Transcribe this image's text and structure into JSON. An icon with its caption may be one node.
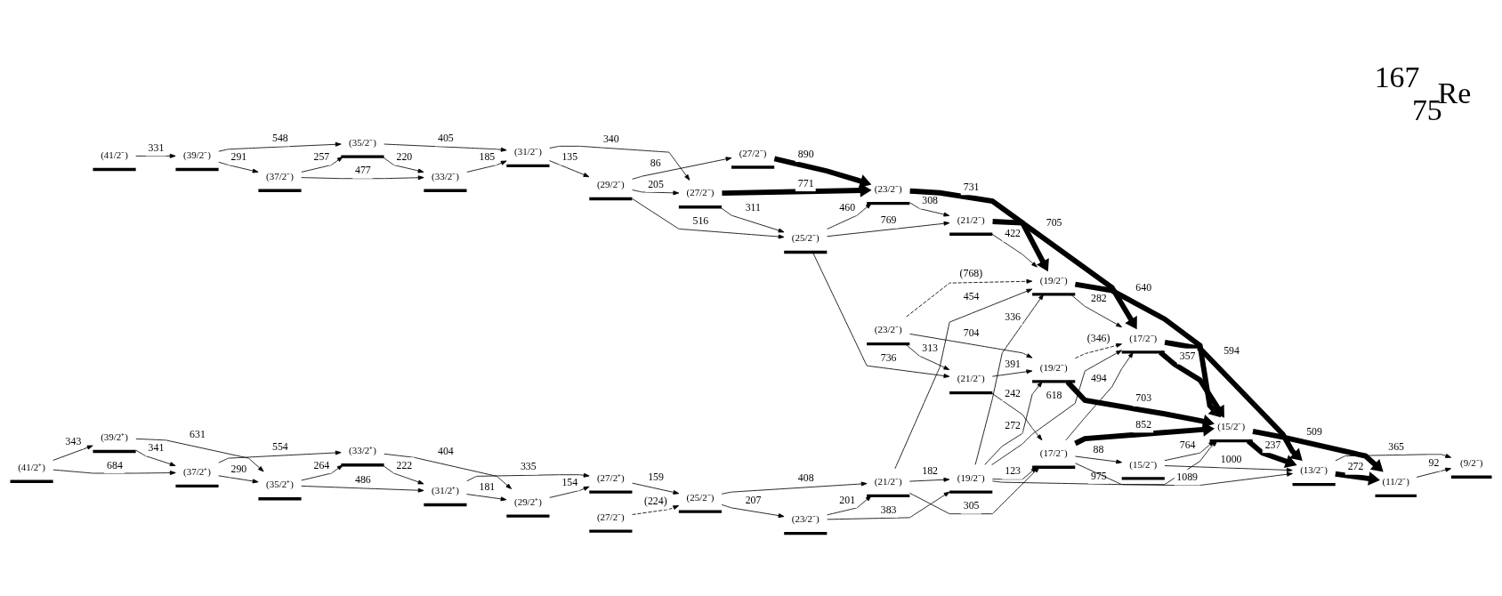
{
  "diagram": {
    "title": "$^{167}$$_{75}$Re",
    "nodes": [
      {
        "text": [
          "(41/2⁻)"
        ]
      },
      {
        "text": [
          "(37/2⁻)"
        ]
      },
      {
        "text": [
          "(33/2⁻)"
        ]
      },
      {
        "text": [
          "(29/2⁻)"
        ]
      },
      {
        "text": [
          "(25/2⁻)"
        ]
      },
      {
        "text": [
          "(21/2⁻)"
        ]
      },
      {
        "text": [
          "(17/2⁻)"
        ]
      },
      {
        "text": [
          "(13/2⁻)"
        ]
      },
      {
        "text": [
          "(9/2⁻)"
        ]
      },
      {
        "text": [
          "(39/2⁻)"
        ]
      },
      {
        "text": [
          "(35/2⁻)"
        ]
      },
      {
        "text": [
          "(31/2⁻)"
        ]
      },
      {
        "text": [
          "(27/2⁻)"
        ]
      },
      {
        "text": [
          "(23/2⁻)"
        ]
      },
      {
        "text": [
          "(19/2⁻)"
        ]
      },
      {
        "text": [
          "(15/2⁻)"
        ]
      },
      {
        "text": [
          "(11/2⁻)"
        ]
      },
      {
        "text": [
          "(27/2⁻)"
        ]
      },
      {
        "text": [
          "(23/2⁻)"
        ]
      },
      {
        "text": [
          "(21/2⁻)"
        ]
      },
      {
        "text": [
          "(19/2⁻)"
        ]
      },
      {
        "text": [
          "(41/2⁺)"
        ]
      },
      {
        "text": [
          "(37/2⁺)"
        ]
      },
      {
        "text": [
          "(33/2⁺)"
        ]
      },
      {
        "text": [
          "(29/2⁺)"
        ]
      },
      {
        "text": [
          "(39/2⁺)"
        ]
      },
      {
        "text": [
          "(35/2⁺)"
        ]
      },
      {
        "text": [
          "(31/2⁺)"
        ]
      },
      {
        "text": [
          "(27/2⁺)"
        ]
      },
      {
        "text": [
          "(27/2⁻)"
        ]
      },
      {
        "text": [
          "(23/2⁻)"
        ]
      },
      {
        "text": [
          "(19/2⁻)"
        ]
      },
      {
        "text": [
          "(15/2⁻)"
        ]
      },
      {
        "text": [
          "(25/2⁻)"
        ]
      },
      {
        "text": [
          "(21/2⁻)"
        ]
      },
      {
        "text": [
          "(17/2⁻)"
        ]
      }
    ],
    "edges": [
      {
        "from": 0,
        "to": 9,
        "arrow": "to",
        "label": "331"
      },
      {
        "from": 9,
        "to": 1,
        "arrow": "to",
        "label": "291"
      },
      {
        "from": 9,
        "to": 10,
        "arrow": "to",
        "label": "548"
      },
      {
        "from": 1,
        "to": 2,
        "arrow": "to",
        "label": "477"
      },
      {
        "from": 1,
        "to": 10,
        "arrow": "to",
        "label": "257"
      },
      {
        "from": 10,
        "to": 2,
        "arrow": "to",
        "label": "220"
      },
      {
        "from": 10,
        "to": 11,
        "arrow": "to",
        "label": "405"
      },
      {
        "from": 2,
        "to": 11,
        "arrow": "to",
        "label": "185"
      },
      {
        "from": 11,
        "to": 3,
        "arrow": "to",
        "label": "135"
      },
      {
        "from": 11,
        "to": 12,
        "arrow": "to",
        "label": "340"
      },
      {
        "from": 3,
        "to": 17,
        "arrow": "to",
        "label": "86"
      },
      {
        "from": 3,
        "to": 12,
        "arrow": "to",
        "label": "205"
      },
      {
        "from": 3,
        "to": 4,
        "arrow": "to",
        "label": "516"
      },
      {
        "from": 12,
        "to": 4,
        "arrow": "to",
        "label": "311"
      },
      {
        "from": 12,
        "to": 13,
        "arrow": "to",
        "label": "771",
        "style": "thick"
      },
      {
        "from": 17,
        "to": 13,
        "arrow": "to",
        "label": "890",
        "style": "thick"
      },
      {
        "from": 4,
        "to": 5,
        "arrow": "to",
        "label": "769"
      },
      {
        "from": 4,
        "to": 13,
        "arrow": "to",
        "label": "460"
      },
      {
        "from": 4,
        "to": 19,
        "arrow": "to",
        "label": "736"
      },
      {
        "from": 13,
        "to": 5,
        "arrow": "to",
        "label": "308"
      },
      {
        "from": 13,
        "to": 14,
        "arrow": "to",
        "label": "731",
        "style": "thick"
      },
      {
        "from": 18,
        "to": 14,
        "arrow": "to",
        "label": "(768)",
        "style": "dashed"
      },
      {
        "from": 18,
        "to": 20,
        "arrow": "to",
        "label": "704"
      },
      {
        "from": 18,
        "to": 19,
        "arrow": "to",
        "label": "313"
      },
      {
        "from": 19,
        "to": 20,
        "arrow": "to",
        "label": "391"
      },
      {
        "from": 19,
        "to": 35,
        "arrow": "to",
        "label": "242"
      },
      {
        "from": 5,
        "to": 6,
        "arrow": "to",
        "label": "705",
        "style": "thick"
      },
      {
        "from": 5,
        "to": 14,
        "arrow": "to",
        "label": "422"
      },
      {
        "from": 14,
        "to": 6,
        "arrow": "to",
        "label": "282"
      },
      {
        "from": 14,
        "to": 15,
        "arrow": "to",
        "label": "640",
        "style": "thick"
      },
      {
        "from": 20,
        "to": 6,
        "arrow": "to",
        "label": "(346)",
        "style": "dashed"
      },
      {
        "from": 20,
        "to": 15,
        "arrow": "to",
        "label": "703",
        "style": "thick"
      },
      {
        "from": 6,
        "to": 7,
        "arrow": "to",
        "label": "594",
        "style": "thick"
      },
      {
        "from": 6,
        "to": 15,
        "arrow": "to",
        "label": "357",
        "style": "thick"
      },
      {
        "from": 15,
        "to": 7,
        "arrow": "to",
        "label": "237",
        "style": "thick"
      },
      {
        "from": 15,
        "to": 16,
        "arrow": "to",
        "label": "509",
        "style": "thick"
      },
      {
        "from": 7,
        "to": 8,
        "arrow": "to",
        "label": "365"
      },
      {
        "from": 7,
        "to": 16,
        "arrow": "to",
        "label": "272",
        "style": "thick"
      },
      {
        "from": 16,
        "to": 8,
        "arrow": "to",
        "label": "92"
      },
      {
        "from": 21,
        "to": 22,
        "arrow": "to",
        "label": "684"
      },
      {
        "from": 21,
        "to": 25,
        "arrow": "to",
        "label": "343"
      },
      {
        "from": 25,
        "to": 22,
        "arrow": "to",
        "label": "341"
      },
      {
        "from": 25,
        "to": 26,
        "arrow": "to",
        "label": "631"
      },
      {
        "from": 22,
        "to": 23,
        "arrow": "to",
        "label": "554"
      },
      {
        "from": 22,
        "to": 26,
        "arrow": "to",
        "label": "290"
      },
      {
        "from": 26,
        "to": 23,
        "arrow": "to",
        "label": "264"
      },
      {
        "from": 26,
        "to": 27,
        "arrow": "to",
        "label": "486"
      },
      {
        "from": 23,
        "to": 24,
        "arrow": "to",
        "label": "404"
      },
      {
        "from": 23,
        "to": 27,
        "arrow": "to",
        "label": "222"
      },
      {
        "from": 27,
        "to": 24,
        "arrow": "to",
        "label": "181"
      },
      {
        "from": 27,
        "to": 28,
        "arrow": "to",
        "label": "335"
      },
      {
        "from": 24,
        "to": 28,
        "arrow": "to",
        "label": "154"
      },
      {
        "from": 28,
        "to": 33,
        "arrow": "to",
        "label": "159"
      },
      {
        "from": 29,
        "to": 33,
        "arrow": "to",
        "label": "(224)",
        "style": "dashed"
      },
      {
        "from": 33,
        "to": 30,
        "arrow": "to",
        "label": "207"
      },
      {
        "from": 33,
        "to": 34,
        "arrow": "to",
        "label": "408"
      },
      {
        "from": 30,
        "to": 34,
        "arrow": "to",
        "label": "201"
      },
      {
        "from": 30,
        "to": 31,
        "arrow": "to",
        "label": "383"
      },
      {
        "from": 34,
        "to": 31,
        "arrow": "to",
        "label": "182"
      },
      {
        "from": 34,
        "to": 35,
        "arrow": "to",
        "label": "305"
      },
      {
        "from": 34,
        "to": 14,
        "arrow": "to",
        "label": "454"
      },
      {
        "from": 31,
        "to": 35,
        "arrow": "to",
        "label": "123"
      },
      {
        "from": 31,
        "to": 20,
        "arrow": "to",
        "label": "272"
      },
      {
        "from": 31,
        "to": 14,
        "arrow": "to",
        "label": "336"
      },
      {
        "from": 31,
        "to": 15,
        "arrow": "to",
        "label": "975"
      },
      {
        "from": 31,
        "to": 6,
        "arrow": "to",
        "label": "618"
      },
      {
        "from": 35,
        "to": 32,
        "arrow": "to",
        "label": "88"
      },
      {
        "from": 35,
        "to": 6,
        "arrow": "to",
        "label": "494"
      },
      {
        "from": 35,
        "to": 15,
        "arrow": "to",
        "label": "852",
        "style": "thick"
      },
      {
        "from": 35,
        "to": 7,
        "arrow": "to",
        "label": "1089"
      },
      {
        "from": 32,
        "to": 15,
        "arrow": "to",
        "label": "764"
      },
      {
        "from": 32,
        "to": 7,
        "arrow": "to",
        "label": "1000"
      }
    ]
  }
}
